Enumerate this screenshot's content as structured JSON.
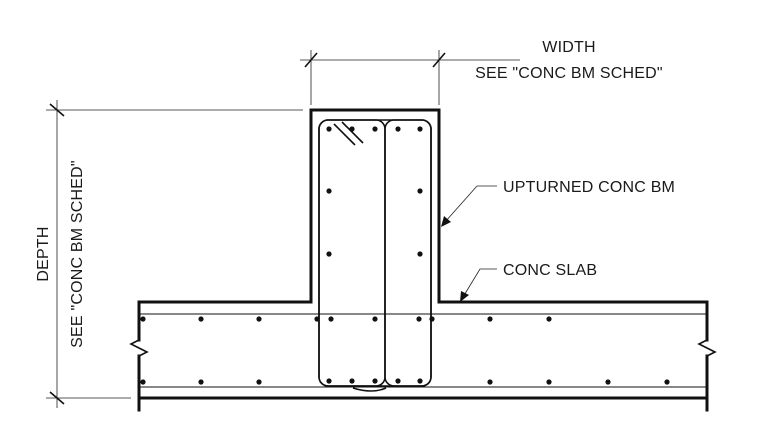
{
  "labels": {
    "width_title": "WIDTH",
    "width_note": "SEE \"CONC BM SCHED\"",
    "depth_title": "DEPTH",
    "depth_note": "SEE \"CONC BM SCHED\"",
    "beam_callout": "UPTURNED CONC BM",
    "slab_callout": "CONC SLAB"
  },
  "colors": {
    "line": "#111111",
    "background": "#ffffff"
  }
}
